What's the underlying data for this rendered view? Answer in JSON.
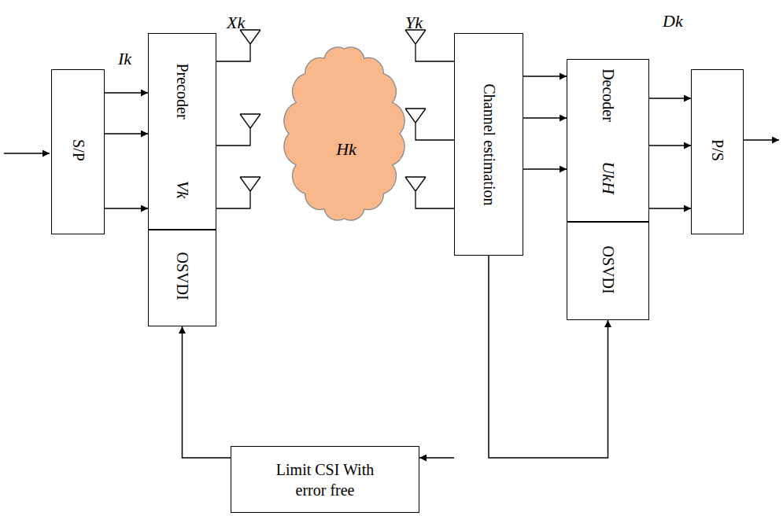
{
  "diagram": {
    "nodes": [
      {
        "text": [
          "S/P"
        ]
      },
      {
        "text": [
          "Precoder",
          "Vk"
        ]
      },
      {
        "text": [
          "OSVDI"
        ]
      },
      {
        "text": [
          "Hk"
        ]
      },
      {
        "text": [
          "Channel estimation"
        ]
      },
      {
        "text": [
          "Decoder",
          "UkH"
        ]
      },
      {
        "text": [
          "OSVDI"
        ]
      },
      {
        "text": [
          "P/S"
        ]
      },
      {
        "text": [
          "Limit CSI With error free"
        ]
      }
    ],
    "edges": [
      {
        "from": 0,
        "to": 1,
        "arrow": "to"
      },
      {
        "from": 0,
        "to": 1,
        "arrow": "to"
      },
      {
        "from": 0,
        "to": 1,
        "arrow": "to"
      },
      {
        "from": 4,
        "to": 5,
        "arrow": "to"
      },
      {
        "from": 4,
        "to": 5,
        "arrow": "to"
      },
      {
        "from": 4,
        "to": 5,
        "arrow": "to"
      },
      {
        "from": 5,
        "to": 7,
        "arrow": "to"
      },
      {
        "from": 5,
        "to": 7,
        "arrow": "to"
      },
      {
        "from": 5,
        "to": 7,
        "arrow": "to"
      },
      {
        "from": 8,
        "to": 2,
        "arrow": "to"
      },
      {
        "from": 4,
        "to": 8,
        "arrow": "to"
      },
      {
        "from": 4,
        "to": 6,
        "arrow": "to"
      }
    ],
    "labels": [
      "Ik",
      "Xk",
      "Yk",
      "Dk"
    ]
  }
}
